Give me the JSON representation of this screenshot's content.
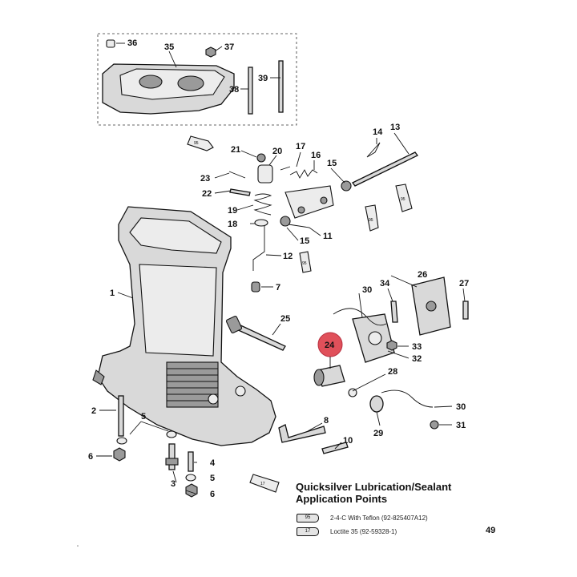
{
  "callouts": {
    "c1": "1",
    "c2": "2",
    "c3": "3",
    "c4": "4",
    "c5": "5",
    "c5b": "5",
    "c6": "6",
    "c6b": "6",
    "c7": "7",
    "c8": "8",
    "c10": "10",
    "c11": "11",
    "c12": "12",
    "c13": "13",
    "c14": "14",
    "c15": "15",
    "c15b": "15",
    "c16": "16",
    "c17": "17",
    "c18": "18",
    "c19": "19",
    "c20": "20",
    "c21": "21",
    "c22": "22",
    "c23": "23",
    "c24": "24",
    "c25": "25",
    "c26": "26",
    "c27": "27",
    "c28": "28",
    "c29": "29",
    "c30": "30",
    "c30b": "30",
    "c31": "31",
    "c32": "32",
    "c33": "33",
    "c34": "34",
    "c35": "35",
    "c36": "36",
    "c37": "37",
    "c38": "38",
    "c39": "39"
  },
  "tube_labels": {
    "t1": "95",
    "t2": "95",
    "t3": "95",
    "t4": "95",
    "t5": "17"
  },
  "highlight": {
    "part": "24",
    "color": "#e0505a"
  },
  "legend": {
    "title_line1": "Quicksilver Lubrication/Sealant",
    "title_line2": "Application Points",
    "items": [
      {
        "code": "95",
        "text": "2-4-C With Teflon (92-825407A12)"
      },
      {
        "code": "17",
        "text": "Loctite 35 (92-59328-1)"
      }
    ]
  },
  "page_number": "49",
  "corner_mark": "\""
}
